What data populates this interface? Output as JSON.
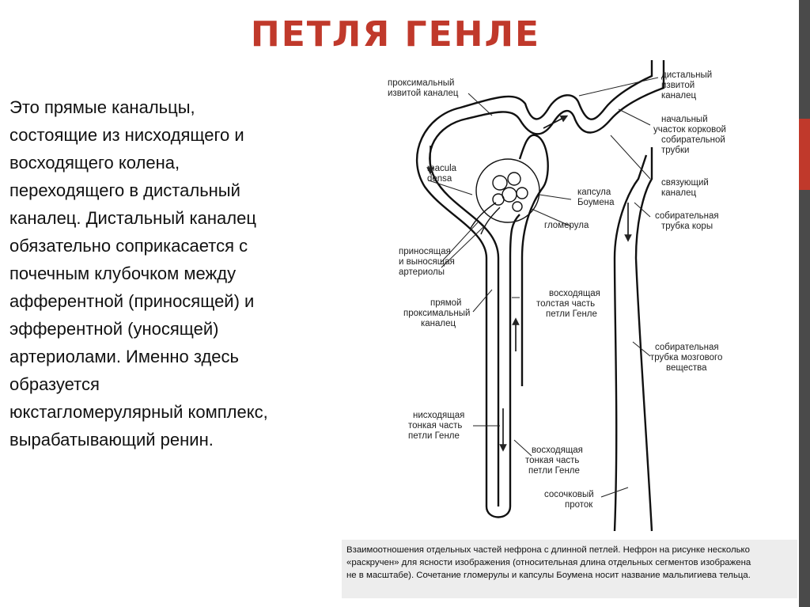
{
  "slide": {
    "title": "ПЕТЛЯ ГЕНЛЕ",
    "body_lines": [
      "Это прямые канальцы,",
      "состоящие из нисходящего и",
      "восходящего колена,",
      "переходящего в дистальный",
      "каналец. Дистальный каналец",
      "обязательно соприкасается с",
      "почечным клубочком между",
      "афферентной (приносящей) и",
      "эфферентной (уносящей)",
      "артериолами. Именно здесь",
      "образуется",
      "юкстагломерулярный комплекс,",
      "вырабатывающий ренин."
    ]
  },
  "figure": {
    "labels": {
      "proximal_convoluted": [
        "проксимальный",
        "извитой каналец"
      ],
      "macula_densa": [
        "macula",
        "densa"
      ],
      "afferent_efferent": [
        "приносящая",
        "и выносящая",
        "артериолы"
      ],
      "proximal_straight": [
        "прямой",
        "проксимальный",
        "каналец"
      ],
      "descending_thin": [
        "нисходящая",
        "тонкая часть",
        "петли Генле"
      ],
      "distal_convoluted": [
        "дистальный",
        "извитой",
        "каналец"
      ],
      "initial_cortical_collecting": [
        "начальный",
        "участок корковой",
        "собирательной",
        "трубки"
      ],
      "connecting_tubule": [
        "связующий",
        "каналец"
      ],
      "cortical_collecting": [
        "собирательная",
        "трубка коры"
      ],
      "bowman_capsule": [
        "капсула",
        "Боумена"
      ],
      "glomerulus": [
        "гломерула"
      ],
      "ascending_thick": [
        "восходящая",
        "толстая часть",
        "петли Генле"
      ],
      "medullary_collecting": [
        "собирательная",
        "трубка мозгового",
        "вещества"
      ],
      "ascending_thin": [
        "восходящая",
        "тонкая часть",
        "петли Генле"
      ],
      "papillary_duct": [
        "сосочковый",
        "проток"
      ]
    }
  },
  "caption": {
    "lines": [
      "Взаимоотношения отдельных частей нефрона с длинной петлей. Нефрон на рисунке несколько",
      "«раскручен» для ясности изображения (относительная длина отдельных сегментов изображена",
      "не в масштабе). Сочетание гломерулы и капсулы Боумена носит название мальпигиева тельца."
    ]
  }
}
